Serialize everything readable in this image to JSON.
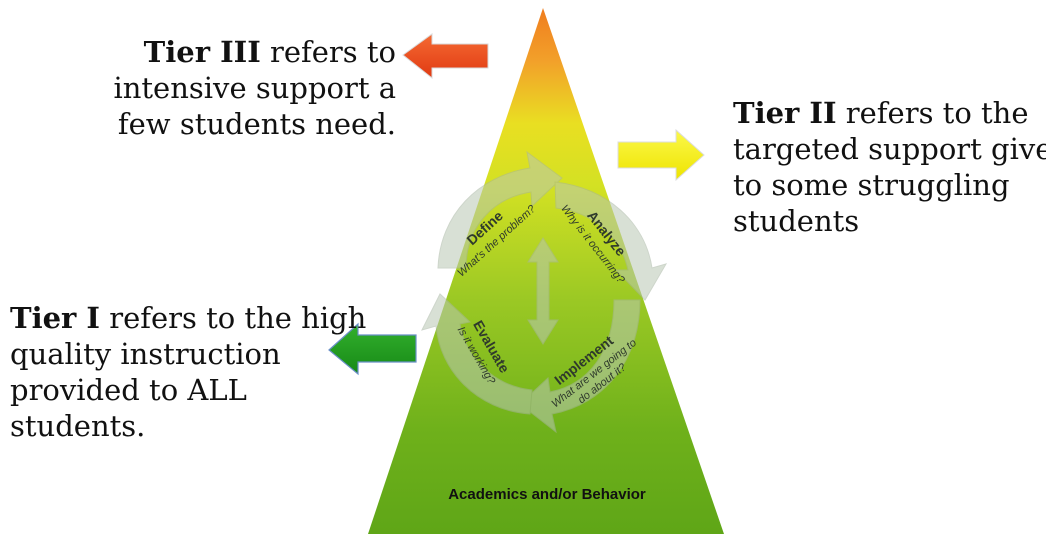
{
  "tiers": {
    "tier3": {
      "label": "Tier III",
      "line1_rest": " refers to",
      "line2": "intensive support a",
      "line3": "few students need."
    },
    "tier2": {
      "label": "Tier II",
      "line1_rest": " refers to the",
      "line2": "targeted support given",
      "line3": "to some struggling",
      "line4": "students"
    },
    "tier1": {
      "label": "Tier I",
      "line1_rest": " refers to the high",
      "line2": "quality instruction",
      "line3": "provided to ALL",
      "line4": "students."
    }
  },
  "cycle": {
    "define": {
      "title": "Define",
      "subtitle": "What's the problem?"
    },
    "analyze": {
      "title": "Analyze",
      "subtitle": "Why is it occurring?"
    },
    "implement": {
      "title": "Implement",
      "subtitle_line1": "What are we going to",
      "subtitle_line2": "do about it?"
    },
    "evaluate": {
      "title": "Evaluate",
      "subtitle": "Is it working?"
    }
  },
  "pyramid": {
    "base_label": "Academics and/or Behavior"
  },
  "colors": {
    "tier3_arrow": "#f04e23",
    "tier2_arrow": "#f7f100",
    "tier1_arrow": "#1f9a1f",
    "pyramid_top": "#f08a1e",
    "pyramid_mid": "#e2e51e",
    "pyramid_base": "#5fa818",
    "cycle_arrow": "#9fb79a"
  }
}
